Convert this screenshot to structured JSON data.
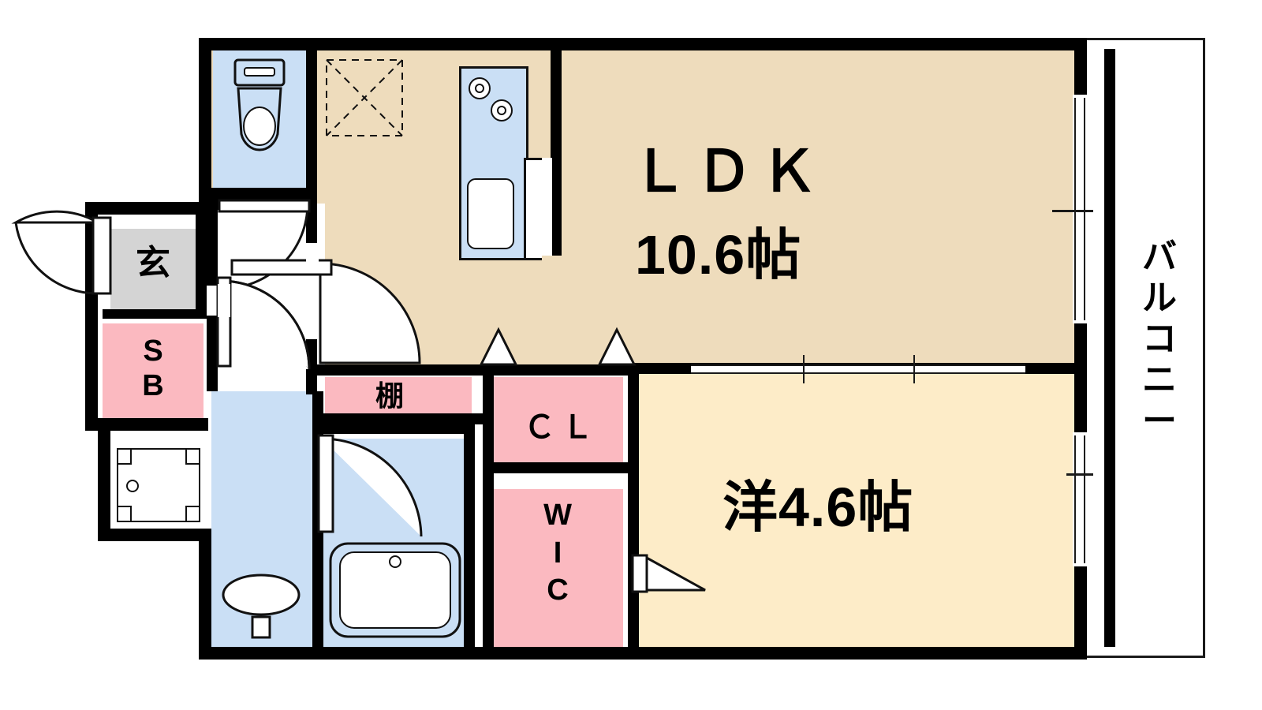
{
  "plan": {
    "type": "floor-plan",
    "unit_layout": "1LDK",
    "rooms": [
      {
        "id": "ldk",
        "name_label": "ＬＤＫ",
        "size_label": "10.6帖",
        "size_jo": 10.6,
        "fill": "#eedcbc"
      },
      {
        "id": "western",
        "name_label": "洋4.6帖",
        "size_label": "4.6帖",
        "size_jo": 4.6,
        "fill": "#fdecc8"
      },
      {
        "id": "balcony",
        "name_label": "バルコニー",
        "size_label": "",
        "size_jo": null,
        "fill": "#ffffff"
      },
      {
        "id": "genkan",
        "name_label": "玄",
        "size_label": "",
        "size_jo": null,
        "fill": "#d4d4d4"
      },
      {
        "id": "sb",
        "name_label": "SB",
        "size_label": "",
        "size_jo": null,
        "fill": "#fbb9c0"
      },
      {
        "id": "tana",
        "name_label": "棚",
        "size_label": "",
        "size_jo": null,
        "fill": "#fbb9c0"
      },
      {
        "id": "cl",
        "name_label": "ＣＬ",
        "size_label": "",
        "size_jo": null,
        "fill": "#fbb9c0"
      },
      {
        "id": "wic",
        "name_label": "WIC",
        "size_label": "",
        "size_jo": null,
        "fill": "#fbb9c0"
      },
      {
        "id": "toilet",
        "name_label": "",
        "size_label": "",
        "size_jo": null,
        "fill": "#cadff5"
      },
      {
        "id": "bath",
        "name_label": "",
        "size_label": "",
        "size_jo": null,
        "fill": "#cadff5"
      },
      {
        "id": "washroom",
        "name_label": "",
        "size_label": "",
        "size_jo": null,
        "fill": "#cadff5"
      }
    ],
    "labels": {
      "ldk_name": "ＬＤＫ",
      "ldk_size": "10.6帖",
      "western_room": "洋4.6帖",
      "balcony_line1": "バ",
      "balcony_line2": "ル",
      "balcony_line3": "コ",
      "balcony_line4": "ニ",
      "balcony_line5": "ー",
      "genkan": "玄",
      "sb_line1": "S",
      "sb_line2": "B",
      "tana": "棚",
      "cl": "ＣＬ",
      "wic_line1": "W",
      "wic_line2": "I",
      "wic_line3": "C"
    },
    "fixtures": [
      {
        "id": "toilet-bowl",
        "name": "toilet-fixture"
      },
      {
        "id": "kitchen-sink",
        "name": "kitchen-sink-fixture"
      },
      {
        "id": "gas-stove",
        "name": "gas-stove-fixture"
      },
      {
        "id": "bathtub",
        "name": "bathtub-fixture"
      },
      {
        "id": "vanity-sink",
        "name": "vanity-sink-fixture"
      },
      {
        "id": "washer-pan",
        "name": "washing-machine-pan"
      },
      {
        "id": "entry-door",
        "name": "entrance-door"
      }
    ],
    "colors": {
      "wall": "#000000",
      "ldk_fill": "#eedcbc",
      "room_fill": "#fdecc8",
      "water_fill": "#cadff5",
      "storage_fill": "#fbb9c0",
      "genkan_fill": "#d4d4d4",
      "background": "#ffffff"
    }
  }
}
